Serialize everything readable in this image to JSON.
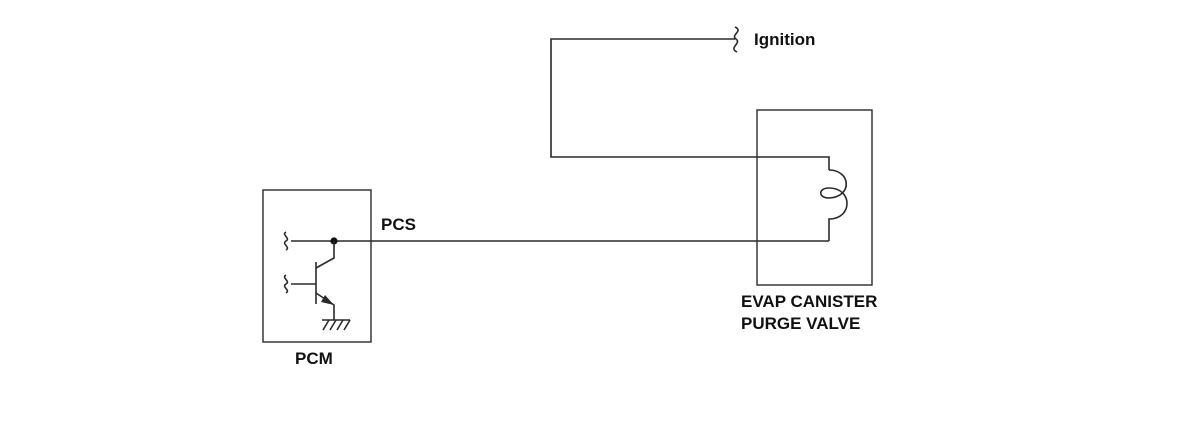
{
  "labels": {
    "ignition": "Ignition",
    "pcs": "PCS",
    "pcm": "PCM",
    "evap_line1": "EVAP CANISTER",
    "evap_line2": "PURGE VALVE"
  },
  "colors": {
    "line": "#2a2a2a",
    "text": "#111111",
    "background": "#ffffff"
  }
}
